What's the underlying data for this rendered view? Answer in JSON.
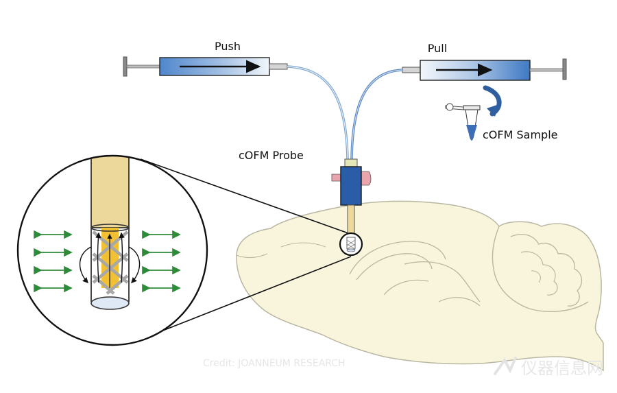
{
  "labels": {
    "push": "Push",
    "pull": "Pull",
    "probe": "cOFM Probe",
    "sample": "cOFM Sample"
  },
  "credit": "Credit: JOANNEUM RESEARCH",
  "watermark": "仪器信息网",
  "colors": {
    "syringe_blue": "#5b8fd0",
    "tubing": "#7fa7cf",
    "probe_body": "#2a5da8",
    "probe_shaft": "#ecd89a",
    "flow_arrows": "#2e8b3a",
    "brain_fill": "#f8f5dc",
    "brain_outline": "#b9b6a2"
  }
}
